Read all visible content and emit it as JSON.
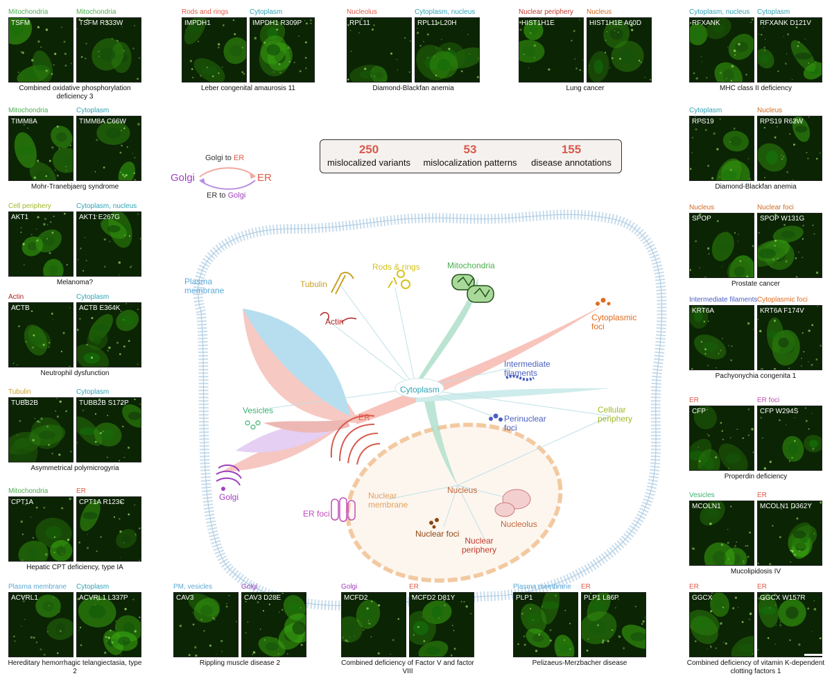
{
  "colors": {
    "mitochondria": "#4caf50",
    "cytoplasm": "#2ea3b5",
    "nucleus": "#d2691e",
    "er": "#e05a47",
    "golgi": "#a040c0",
    "plasma": "#5aa9d6",
    "tubulin": "#c9a227",
    "rods": "#d4c21a",
    "actin": "#b22222",
    "periphery": "#a0b82a",
    "vesicles": "#3cb371",
    "intermediate": "#4a5fc1",
    "nuclear_periphery": "#c0392b",
    "er_foci": "#c04db8",
    "cytoplasmic_foci": "#e06a1e"
  },
  "panels": [
    {
      "id": "tsfm",
      "locs": [
        {
          "t": "Mitochondria",
          "c": "mitochondria"
        },
        {
          "t": "Mitochondria",
          "c": "mitochondria"
        }
      ],
      "names": [
        "TSFM",
        "TSFM R333W"
      ],
      "disease": "Combined oxidative phosphorylation deficiency 3"
    },
    {
      "id": "impdh1",
      "locs": [
        {
          "t": "Rods and rings",
          "c": "er"
        },
        {
          "t": "Cytoplasm",
          "c": "cytoplasm"
        }
      ],
      "names": [
        "IMPDH1",
        "IMPDH1 R309P"
      ],
      "disease": "Leber congenital amaurosis 11"
    },
    {
      "id": "rpl11",
      "locs": [
        {
          "t": "Nucleolus",
          "c": "er"
        },
        {
          "t": "Cytoplasm, nucleus",
          "c": "cytoplasm"
        }
      ],
      "names": [
        "RPL11",
        "RPL11 L20H"
      ],
      "disease": "Diamond-Blackfan anemia"
    },
    {
      "id": "hist",
      "locs": [
        {
          "t": "Nuclear periphery",
          "c": "nuclear_periphery"
        },
        {
          "t": "Nucleus",
          "c": "nucleus"
        }
      ],
      "names": [
        "HIST1H1E",
        "HIST1H1E A60D"
      ],
      "disease": "Lung cancer"
    },
    {
      "id": "rfxank",
      "locs": [
        {
          "t": "Cytoplasm, nucleus",
          "c": "cytoplasm"
        },
        {
          "t": "Cytoplasm",
          "c": "cytoplasm"
        }
      ],
      "names": [
        "RFXANK",
        "RFXANK D121V"
      ],
      "disease": "MHC class II deficiency"
    },
    {
      "id": "timm8a",
      "locs": [
        {
          "t": "Mitochondria",
          "c": "mitochondria"
        },
        {
          "t": "Cytoplasm",
          "c": "cytoplasm"
        }
      ],
      "names": [
        "TIMM8A",
        "TIMM8A C66W"
      ],
      "disease": "Mohr-Tranebjaerg syndrome"
    },
    {
      "id": "rps19",
      "locs": [
        {
          "t": "Cytoplasm",
          "c": "cytoplasm"
        },
        {
          "t": "Nucleus",
          "c": "nucleus"
        }
      ],
      "names": [
        "RPS19",
        "RPS19 R62W"
      ],
      "disease": "Diamond-Blackfan anemia"
    },
    {
      "id": "akt1",
      "locs": [
        {
          "t": "Cell periphery",
          "c": "periphery"
        },
        {
          "t": "Cytoplasm, nucleus",
          "c": "cytoplasm"
        }
      ],
      "names": [
        "AKT1",
        "AKT1 E267G"
      ],
      "disease": "Melanoma?"
    },
    {
      "id": "spop",
      "locs": [
        {
          "t": "Nucleus",
          "c": "nucleus"
        },
        {
          "t": "Nuclear foci",
          "c": "nucleus"
        }
      ],
      "names": [
        "SPOP",
        "SPOP W131G"
      ],
      "disease": "Prostate cancer"
    },
    {
      "id": "actb",
      "locs": [
        {
          "t": "Actin",
          "c": "actin"
        },
        {
          "t": "Cytoplasm",
          "c": "cytoplasm"
        }
      ],
      "names": [
        "ACTB",
        "ACTB E364K"
      ],
      "disease": "Neutrophil dysfunction"
    },
    {
      "id": "krt6a",
      "locs": [
        {
          "t": "Intermediate filaments",
          "c": "intermediate"
        },
        {
          "t": "Cytoplasmic foci",
          "c": "cytoplasmic_foci"
        }
      ],
      "names": [
        "KRT6A",
        "KRT6A F174V"
      ],
      "disease": "Pachyonychia congenita 1"
    },
    {
      "id": "tubb2b",
      "locs": [
        {
          "t": "Tubulin",
          "c": "tubulin"
        },
        {
          "t": "Cytoplasm",
          "c": "cytoplasm"
        }
      ],
      "names": [
        "TUBB2B",
        "TUBB2B S172P"
      ],
      "disease": "Asymmetrical polymicrogyria"
    },
    {
      "id": "cfp",
      "locs": [
        {
          "t": "ER",
          "c": "er"
        },
        {
          "t": "ER foci",
          "c": "er_foci"
        }
      ],
      "names": [
        "CFP",
        "CFP W294S"
      ],
      "disease": "Properdin deficiency"
    },
    {
      "id": "cpt1a",
      "locs": [
        {
          "t": "Mitochondria",
          "c": "mitochondria"
        },
        {
          "t": "ER",
          "c": "er"
        }
      ],
      "names": [
        "CPT1A",
        "CPT1A R123C"
      ],
      "disease": "Hepatic CPT deficiency, type IA"
    },
    {
      "id": "mcoln1",
      "locs": [
        {
          "t": "Vesicles",
          "c": "vesicles"
        },
        {
          "t": "ER",
          "c": "er"
        }
      ],
      "names": [
        "MCOLN1",
        "MCOLN1 D362Y"
      ],
      "disease": "Mucolipidosis IV"
    },
    {
      "id": "acvrl1",
      "locs": [
        {
          "t": "Plasma membrane",
          "c": "plasma"
        },
        {
          "t": "Cytoplasm",
          "c": "cytoplasm"
        }
      ],
      "names": [
        "ACVRL1",
        "ACVRL1 L337P"
      ],
      "disease": "Hereditary hemorrhagic telangiectasia, type 2"
    },
    {
      "id": "cav3",
      "locs": [
        {
          "t": "PM, vesicles",
          "c": "plasma"
        },
        {
          "t": "Golgi",
          "c": "golgi"
        }
      ],
      "names": [
        "CAV3",
        "CAV3 D28E"
      ],
      "disease": "Rippling muscle disease 2"
    },
    {
      "id": "mcfd2",
      "locs": [
        {
          "t": "Golgi",
          "c": "golgi"
        },
        {
          "t": "ER",
          "c": "er"
        }
      ],
      "names": [
        "MCFD2",
        "MCFD2 D81Y"
      ],
      "disease": "Combined deficiency of Factor V and factor VIII"
    },
    {
      "id": "plp1",
      "locs": [
        {
          "t": "Plasma membrane",
          "c": "plasma"
        },
        {
          "t": "ER",
          "c": "er"
        }
      ],
      "names": [
        "PLP1",
        "PLP1 L86P"
      ],
      "disease": "Pelizaeus-Merzbacher disease"
    },
    {
      "id": "ggcx",
      "locs": [
        {
          "t": "ER",
          "c": "er"
        },
        {
          "t": "ER",
          "c": "er"
        }
      ],
      "names": [
        "GGCX",
        "GGCX W157R"
      ],
      "disease": "Combined deficiency of vitamin K-dependent clotting factors 1"
    }
  ],
  "stats": [
    {
      "num": "250",
      "label": "mislocalized variants"
    },
    {
      "num": "53",
      "label": "mislocalization patterns"
    },
    {
      "num": "155",
      "label": "disease annotations"
    }
  ],
  "legend": {
    "golgi": "Golgi",
    "er": "ER",
    "top_prefix": "Golgi to ",
    "top_suffix": "ER",
    "bottom_prefix": "ER to ",
    "bottom_suffix": "Golgi"
  },
  "compartments": {
    "plasma_membrane": "Plasma membrane",
    "tubulin": "Tubulin",
    "rods_rings": "Rods & rings",
    "mitochondria": "Mitochondria",
    "actin": "Actin",
    "cytoplasmic_foci": "Cytoplasmic foci",
    "intermediate_filaments": "Intermediate filaments",
    "cytoplasm": "Cytoplasm",
    "vesicles": "Vesicles",
    "er": "ER",
    "perinuclear_foci": "Perinuclear foci",
    "cellular_periphery": "Cellular periphery",
    "golgi": "Golgi",
    "er_foci": "ER foci",
    "nuclear_membrane": "Nuclear membrane",
    "nucleus": "Nucleus",
    "nucleolus": "Nucleolus",
    "nuclear_foci": "Nuclear foci",
    "nuclear_periphery": "Nuclear periphery"
  }
}
